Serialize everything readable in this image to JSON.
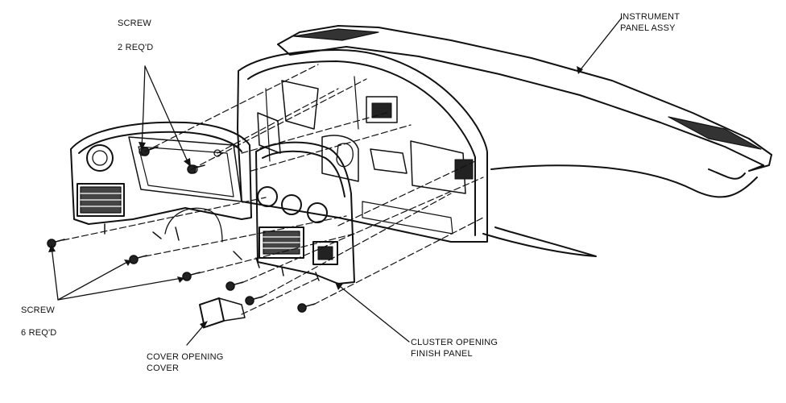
{
  "labels": {
    "screw_top": "SCREW",
    "screw_top_qty": "2 REQ'D",
    "screw_bottom": "SCREW",
    "screw_bottom_qty": "6 REQ'D",
    "instrument_panel_line1": "INSTRUMENT",
    "instrument_panel_line2": "PANEL ASSY",
    "cover_line1": "COVER OPENING",
    "cover_line2": "COVER",
    "cluster_line1": "CLUSTER OPENING",
    "cluster_line2": "FINISH PANEL"
  },
  "colors": {
    "ink": "#111111",
    "background": "#ffffff"
  }
}
